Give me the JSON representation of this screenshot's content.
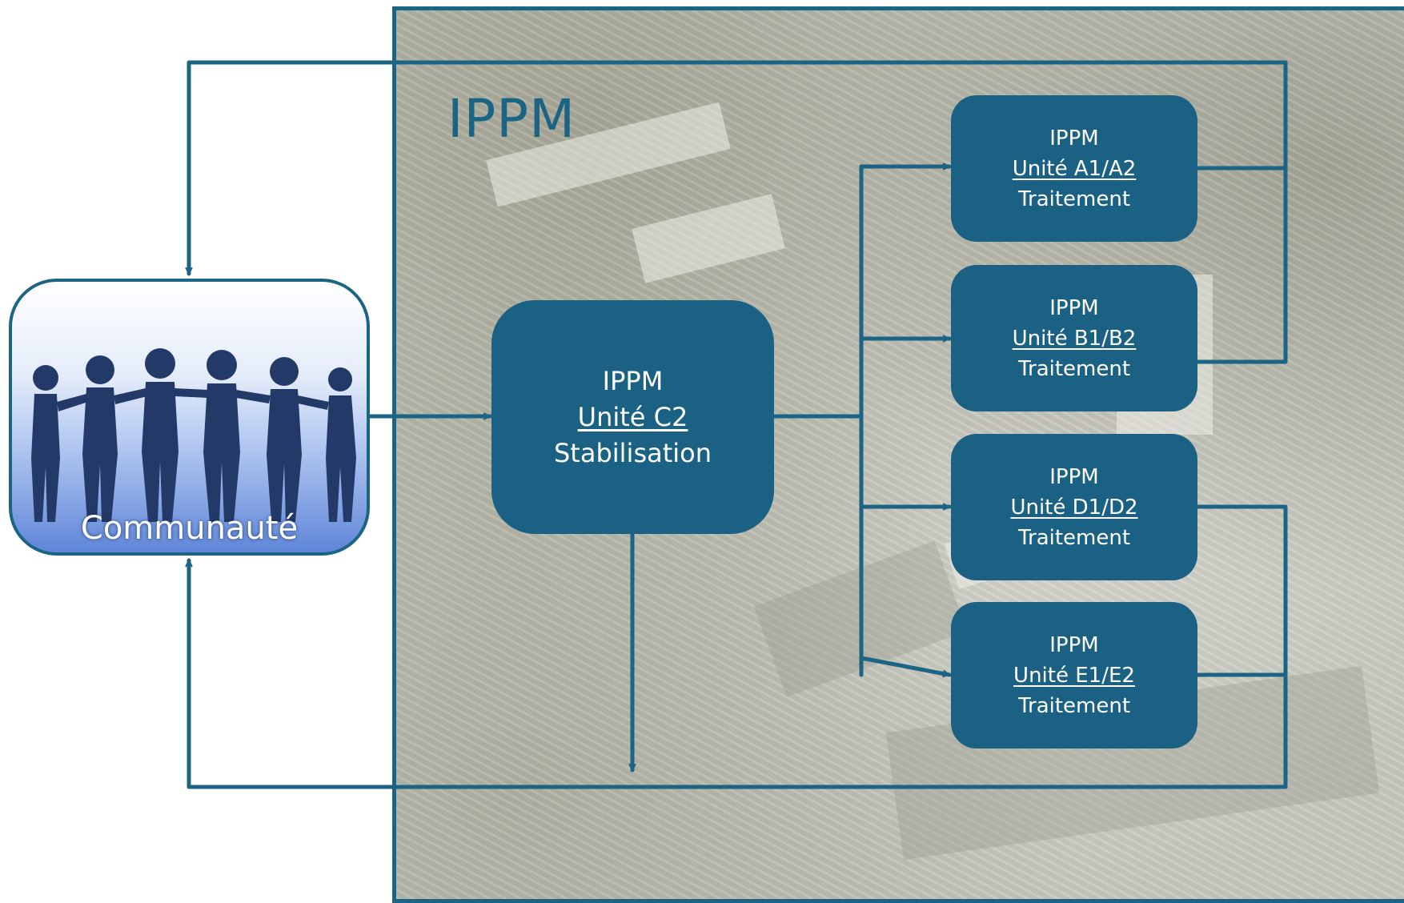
{
  "panel": {
    "title": "IPPM"
  },
  "community": {
    "label": "Communauté",
    "figure_icon": "people-chain-icon"
  },
  "stabilisation_unit": {
    "line1": "IPPM",
    "line2": "Unité C2",
    "line3": "Stabilisation"
  },
  "treatment_units": [
    {
      "line1": "IPPM",
      "line2": "Unité A1/A2",
      "line3": "Traitement"
    },
    {
      "line1": "IPPM",
      "line2": "Unité B1/B2",
      "line3": "Traitement"
    },
    {
      "line1": "IPPM",
      "line2": "Unité D1/D2",
      "line3": "Traitement"
    },
    {
      "line1": "IPPM",
      "line2": "Unité E1/E2",
      "line3": "Traitement"
    }
  ],
  "colors": {
    "accent": "#1c6484",
    "box_fill": "#1b6184",
    "box_text": "#ffffff"
  }
}
